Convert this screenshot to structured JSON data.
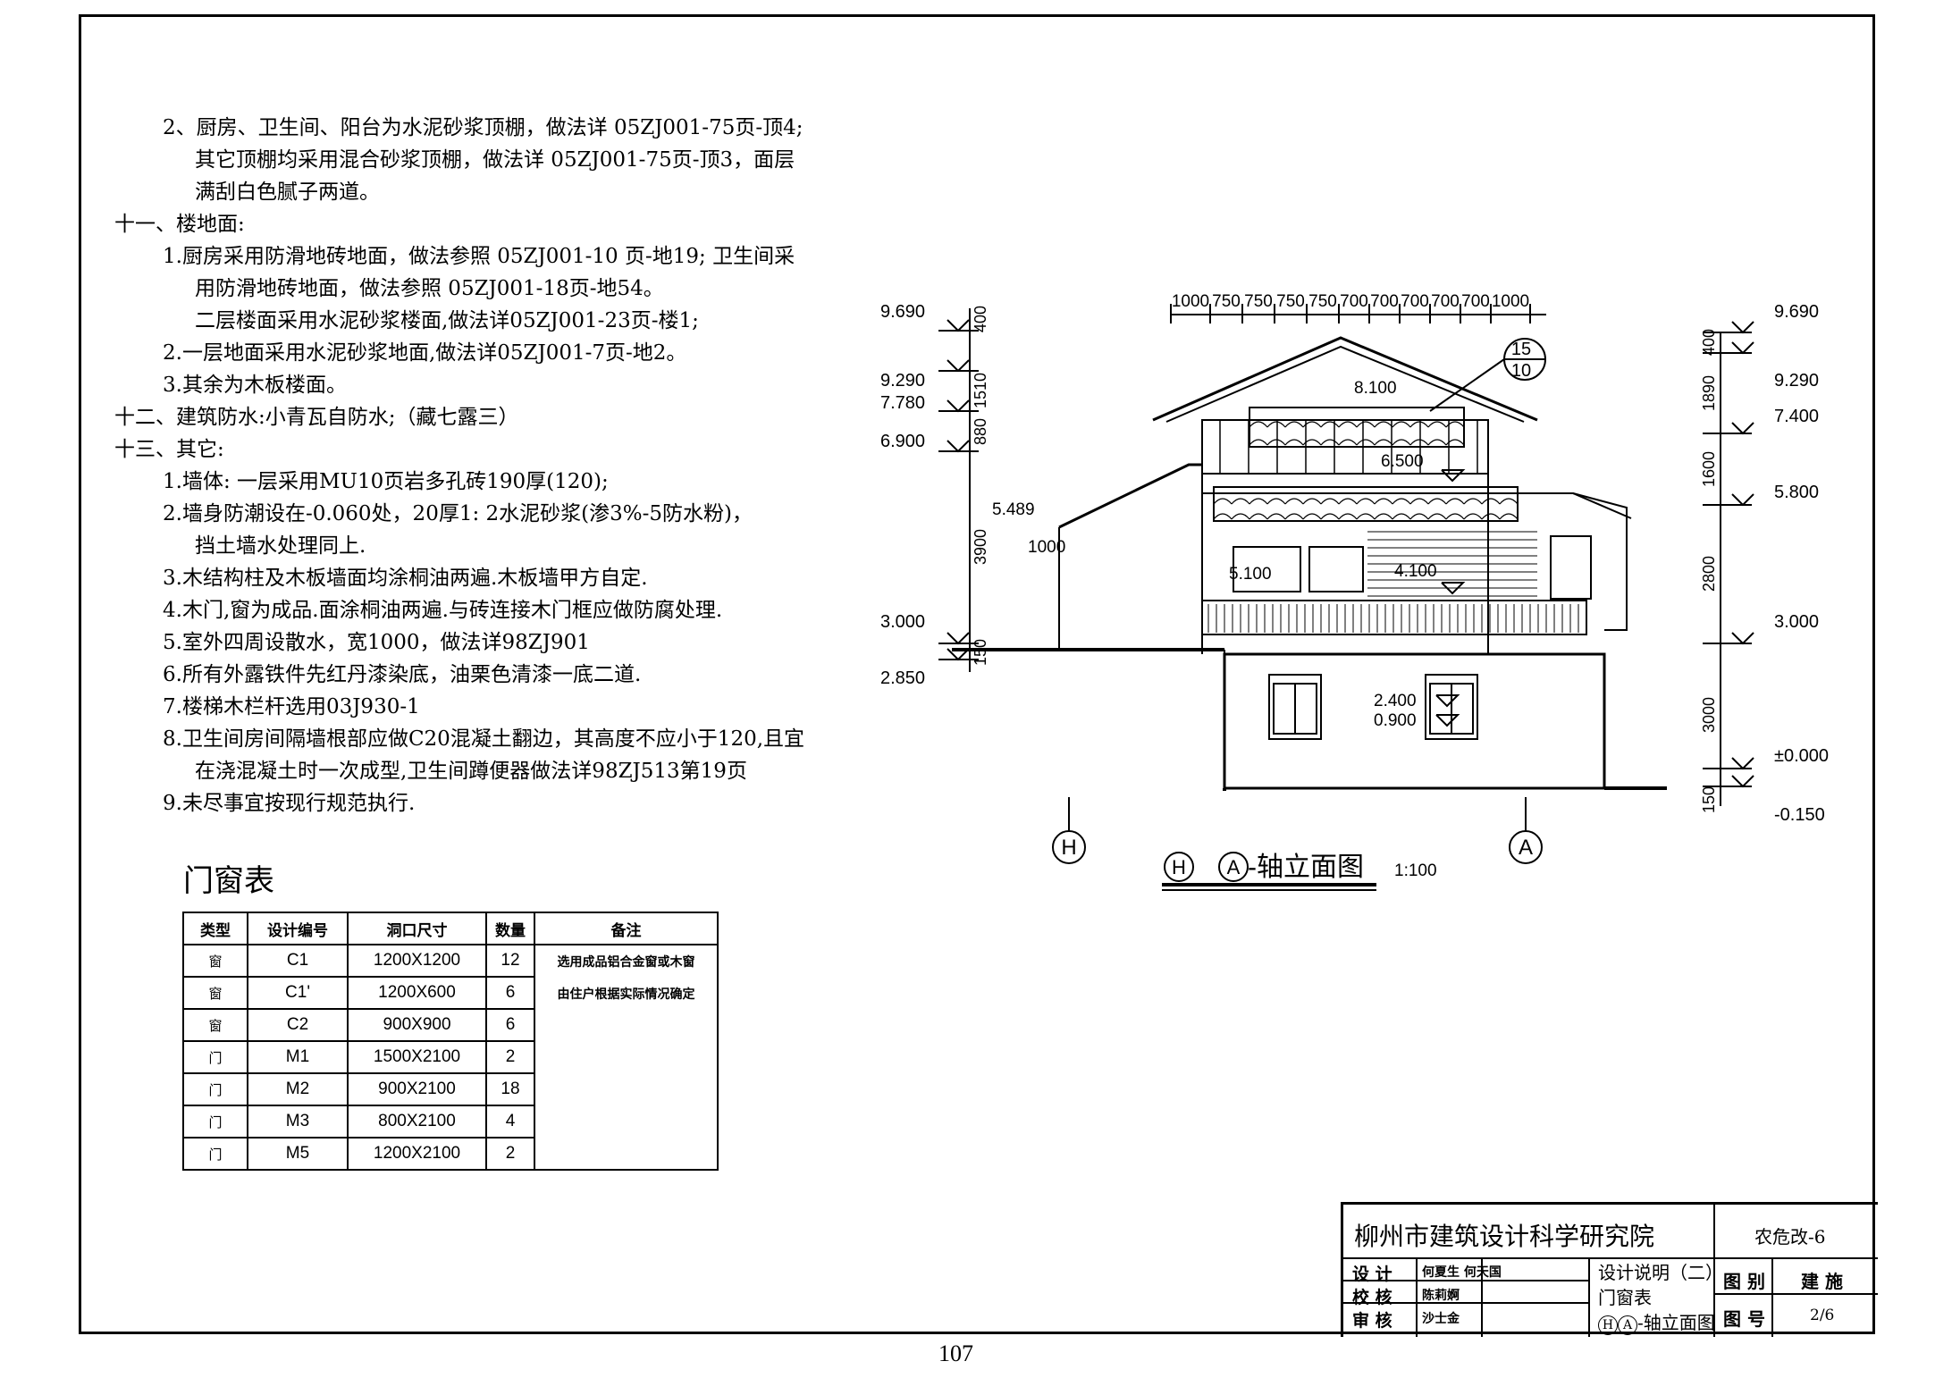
{
  "notes": [
    {
      "indent": 1,
      "text": "2、厨房、卫生间、阳台为水泥砂浆顶棚，做法详 05ZJ001-75页-顶4;"
    },
    {
      "indent": 2,
      "text": "其它顶棚均采用混合砂浆顶棚，做法详    05ZJ001-75页-顶3，面层"
    },
    {
      "indent": 2,
      "text": "满刮白色腻子两道。"
    },
    {
      "indent": 0,
      "text": "十一、楼地面:"
    },
    {
      "indent": 1,
      "text": "1.厨房采用防滑地砖地面，做法参照 05ZJ001-10 页-地19; 卫生间采"
    },
    {
      "indent": 2,
      "text": "用防滑地砖地面，做法参照 05ZJ001-18页-地54。"
    },
    {
      "indent": 2,
      "text": "二层楼面采用水泥砂浆楼面,做法详05ZJ001-23页-楼1;"
    },
    {
      "indent": 1,
      "text": "2.一层地面采用水泥砂浆地面,做法详05ZJ001-7页-地2。"
    },
    {
      "indent": 1,
      "text": "3.其余为木板楼面。"
    },
    {
      "indent": 0,
      "text": "十二、建筑防水:小青瓦自防水;（藏七露三）"
    },
    {
      "indent": 0,
      "text": "十三、其它:"
    },
    {
      "indent": 1,
      "text": "1.墙体: 一层采用MU10页岩多孔砖190厚(120);"
    },
    {
      "indent": 1,
      "text": "2.墙身防潮设在-0.060处，20厚1: 2水泥砂浆(渗3%-5防水粉)，"
    },
    {
      "indent": 2,
      "text": "挡土墙水处理同上."
    },
    {
      "indent": 1,
      "text": "3.木结构柱及木板墙面均涂桐油两遍.木板墙甲方自定."
    },
    {
      "indent": 1,
      "text": "4.木门,窗为成品.面涂桐油两遍.与砖连接木门框应做防腐处理."
    },
    {
      "indent": 1,
      "text": "5.室外四周设散水，宽1000，做法详98ZJ901"
    },
    {
      "indent": 1,
      "text": "6.所有外露铁件先红丹漆染底，油栗色清漆一底二道."
    },
    {
      "indent": 1,
      "text": "7.楼梯木栏杆选用03J930-1"
    },
    {
      "indent": 1,
      "text": "8.卫生间房间隔墙根部应做C20混凝土翻边，其高度不应小于120,且宜"
    },
    {
      "indent": 2,
      "text": "在浇混凝土时一次成型,卫生间蹲便器做法详98ZJ513第19页"
    },
    {
      "indent": 1,
      "text": "9.未尽事宜按现行规范执行."
    }
  ],
  "door_window": {
    "title": "门窗表",
    "headers": [
      "类型",
      "设计编号",
      "洞口尺寸",
      "数量",
      "备注"
    ],
    "rows": [
      [
        "窗",
        "C1",
        "1200X1200",
        "12"
      ],
      [
        "窗",
        "C1'",
        "1200X600",
        "6"
      ],
      [
        "窗",
        "C2",
        "900X900",
        "6"
      ],
      [
        "门",
        "M1",
        "1500X2100",
        "2"
      ],
      [
        "门",
        "M2",
        "900X2100",
        "18"
      ],
      [
        "门",
        "M3",
        "800X2100",
        "4"
      ],
      [
        "门",
        "M5",
        "1200X2100",
        "2"
      ]
    ],
    "remark_lines": [
      "选用成品铝合金窗或木窗",
      "由住户根据实际情况确定"
    ]
  },
  "elevation": {
    "title": "-轴立面图",
    "axis_left": "H",
    "axis_right": "A",
    "scale": "1:100",
    "top_dims": [
      "1000",
      "750",
      "750",
      "750",
      "750",
      "700",
      "700",
      "700",
      "700",
      "700",
      "1000"
    ],
    "left_levels": [
      "9.690",
      "9.290",
      "7.780",
      "6.900",
      "3.000",
      "2.850"
    ],
    "left_dims": [
      "400",
      "1510",
      "880",
      "3900",
      "150"
    ],
    "right_levels": [
      "9.690",
      "9.290",
      "7.400",
      "5.800",
      "3.000",
      "±0.000",
      "-0.150"
    ],
    "right_dims": [
      "400",
      "1890",
      "1600",
      "2800",
      "3000",
      "150"
    ],
    "inner_labels": [
      "8.100",
      "6.500",
      "5.489",
      "1000",
      "5.100",
      "4.100",
      "2.400",
      "0.900"
    ],
    "detail_ref": {
      "top": "15",
      "bottom": "10"
    }
  },
  "title_block": {
    "institute": "柳州市建筑设计科学研究院",
    "project": "农危改-6",
    "roles": [
      {
        "role": "设  计",
        "name": "何夏生 何天国"
      },
      {
        "role": "校  核",
        "name": "陈莉婀"
      },
      {
        "role": "审  核",
        "name": "沙士金"
      }
    ],
    "drawing_lines": [
      "设计说明（二）",
      "门窗表",
      "-轴立面图"
    ],
    "category_label": "图  别",
    "category_value": "建  施",
    "number_label": "图  号",
    "number_value": "2/6"
  },
  "page_number": "107"
}
